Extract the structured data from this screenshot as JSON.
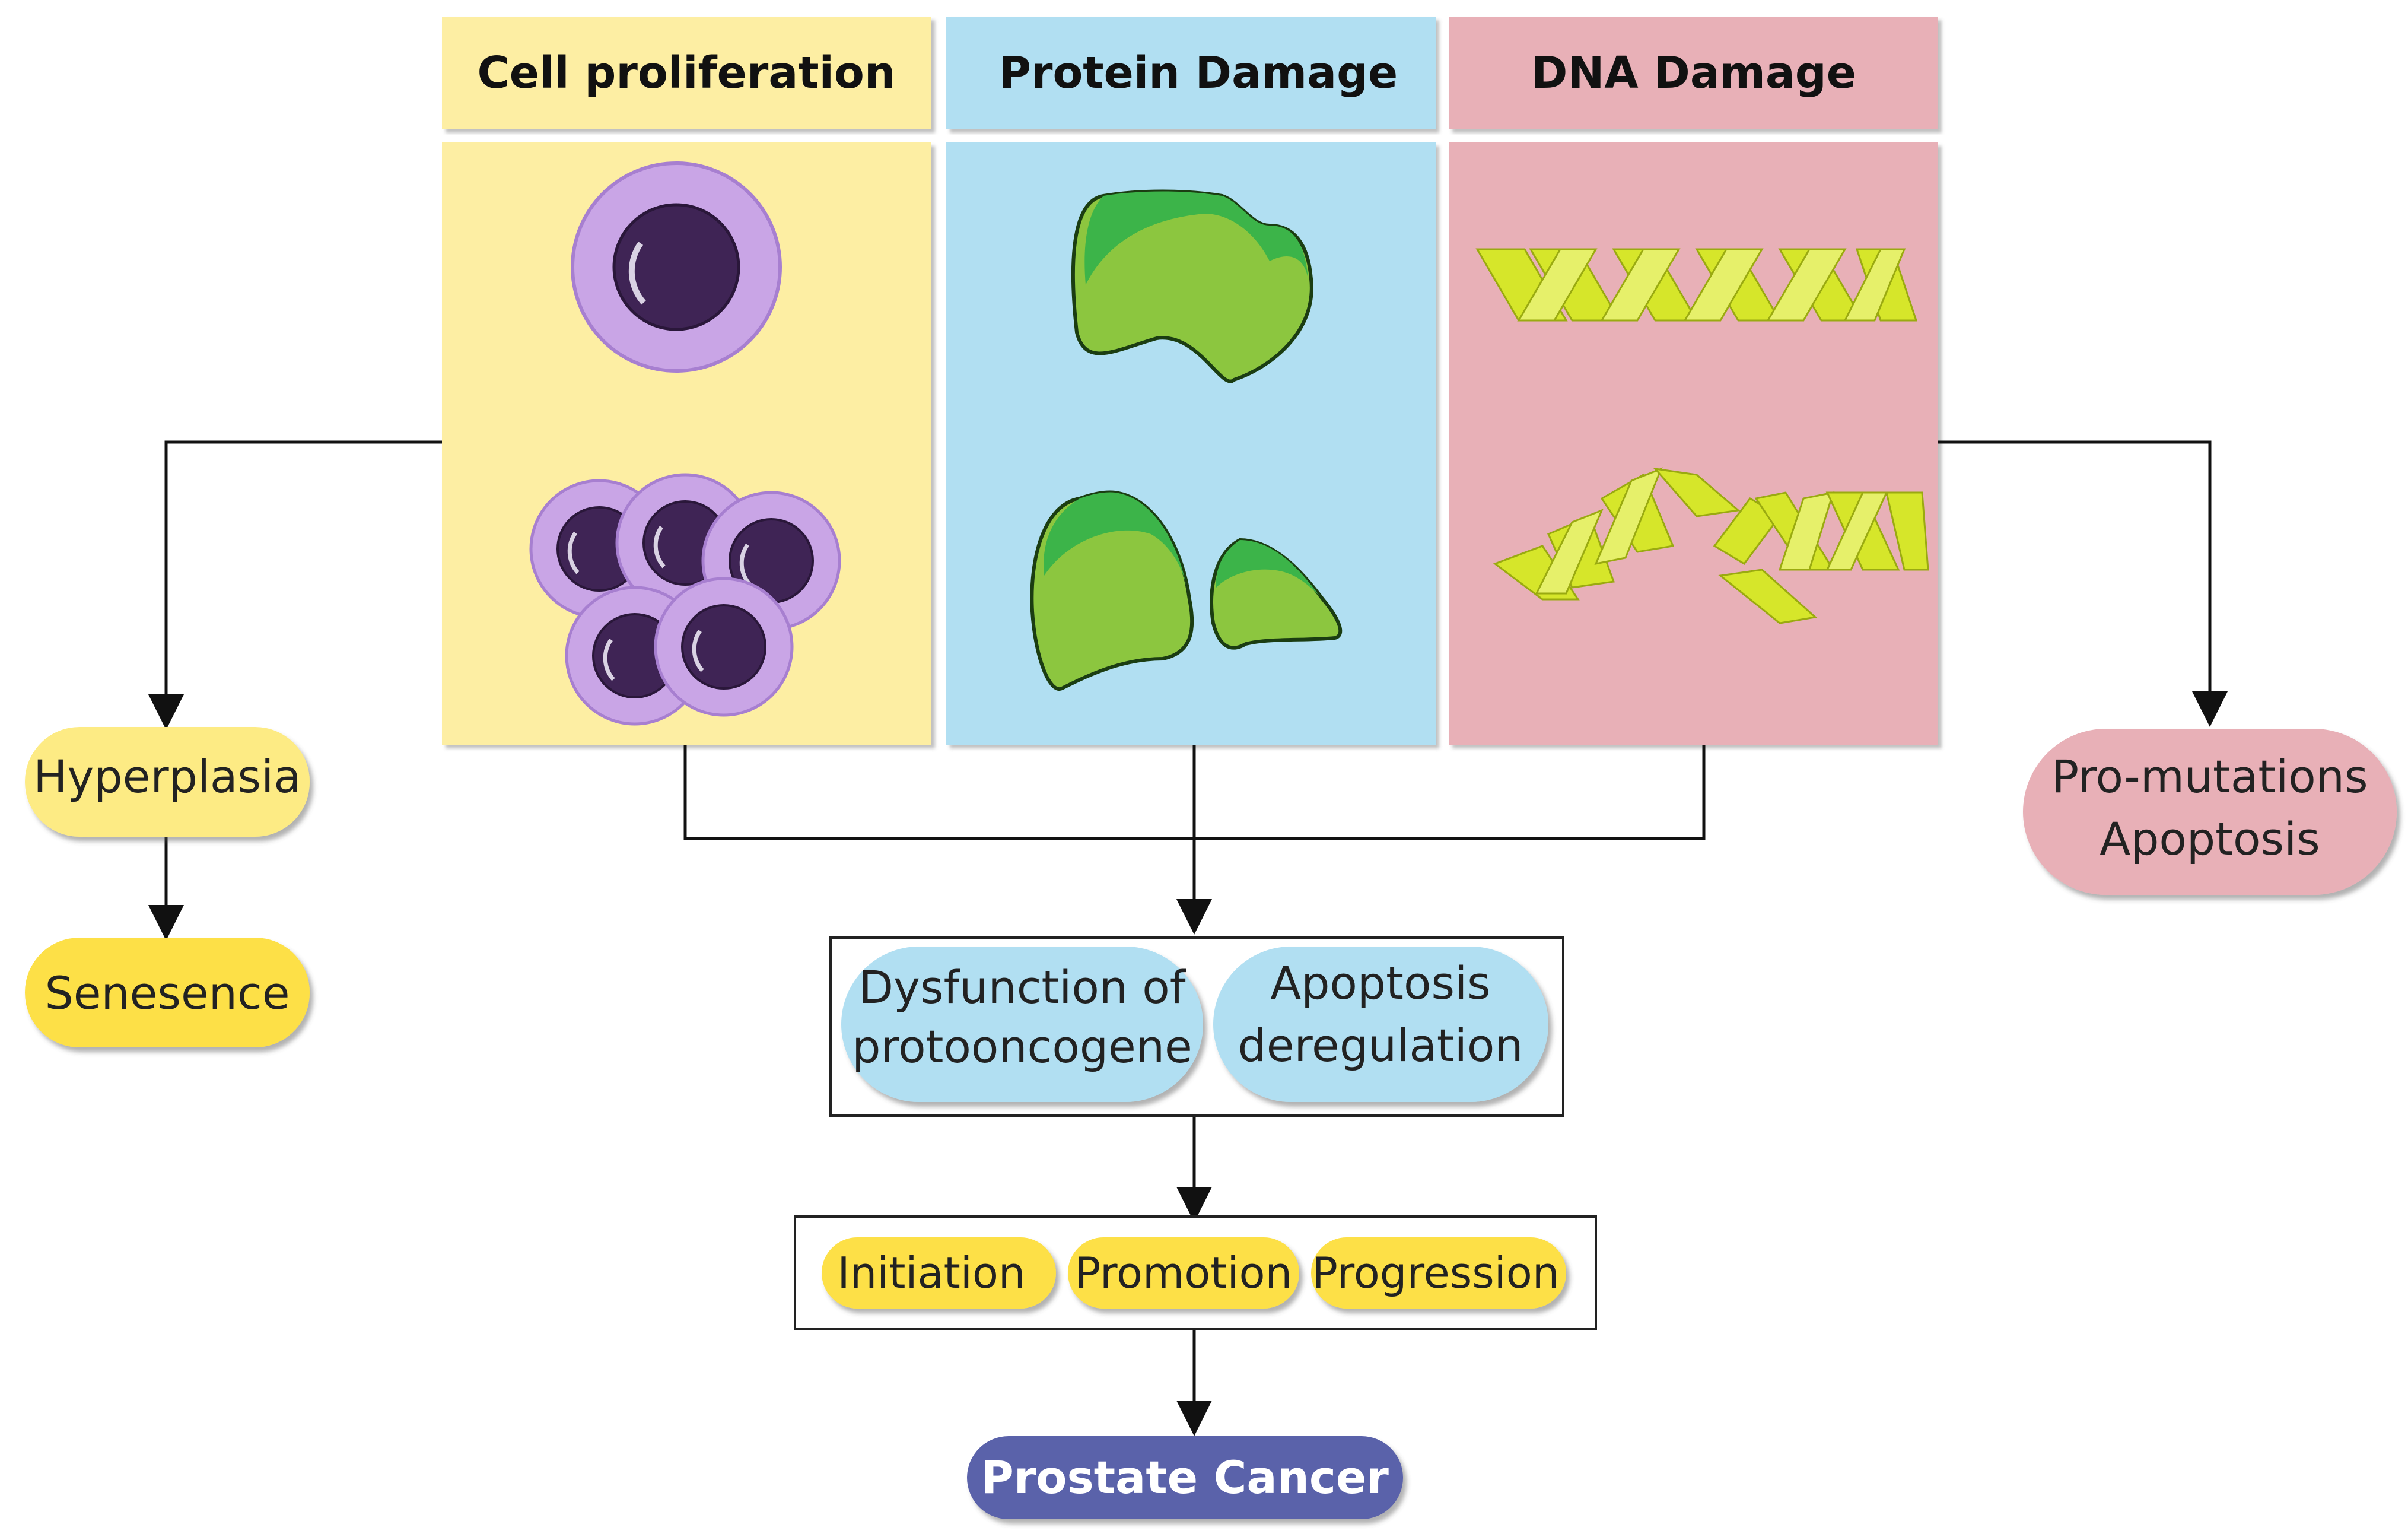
{
  "columns": [
    {
      "title": "Cell proliferation",
      "color": "#fdeea3"
    },
    {
      "title": "Protein Damage",
      "color": "#b1dff2"
    },
    {
      "title": "DNA Damage",
      "color": "#e8b0b7"
    }
  ],
  "left_outcomes": [
    "Hyperplasia",
    "Senesence"
  ],
  "right_outcome": {
    "line1": "Pro-mutations",
    "line2": "Apoptosis"
  },
  "mechanisms": [
    {
      "line1": "Dysfunction of",
      "line2": "protooncogene"
    },
    {
      "line1": "Apoptosis",
      "line2": "deregulation"
    }
  ],
  "stages": [
    "Initiation",
    "Promotion",
    "Progression"
  ],
  "final": "Prostate Cancer",
  "colors": {
    "yellow_pill": "#fde047",
    "light_yellow_pill": "#fdeb84",
    "blue_pill": "#b1dff2",
    "pink_pill": "#e8b0b7",
    "final_pill": "#5a62aa",
    "cell_outer": "#c9a5e6",
    "cell_nucleus": "#3f2455",
    "protein_dark": "#3cb449",
    "protein_light": "#8cc63f",
    "dna": "#d6e62a"
  }
}
